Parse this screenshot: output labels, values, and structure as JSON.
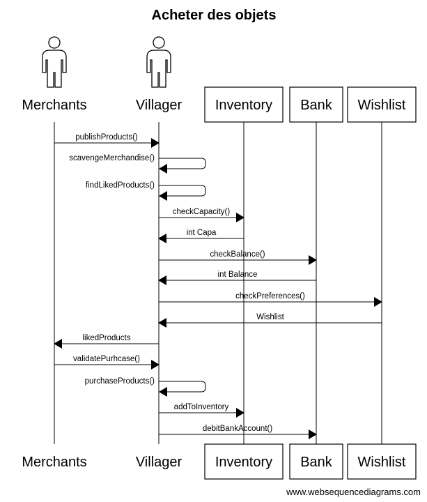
{
  "title": "Acheter des objets",
  "participants": [
    {
      "name": "Merchants",
      "kind": "actor"
    },
    {
      "name": "Villager",
      "kind": "actor"
    },
    {
      "name": "Inventory",
      "kind": "box"
    },
    {
      "name": "Bank",
      "kind": "box"
    },
    {
      "name": "Wishlist",
      "kind": "box"
    }
  ],
  "messages": [
    {
      "from": 0,
      "to": 1,
      "label": "publishProducts()",
      "style": "solid"
    },
    {
      "from": 1,
      "to": 1,
      "label": "scavengeMerchandise()",
      "style": "self"
    },
    {
      "from": 1,
      "to": 1,
      "label": "findLikedProducts()",
      "style": "self"
    },
    {
      "from": 1,
      "to": 2,
      "label": "checkCapacity()",
      "style": "solid"
    },
    {
      "from": 2,
      "to": 1,
      "label": "int Capa",
      "style": "solid"
    },
    {
      "from": 1,
      "to": 3,
      "label": "checkBalance()",
      "style": "solid"
    },
    {
      "from": 3,
      "to": 1,
      "label": "int Balance",
      "style": "solid"
    },
    {
      "from": 1,
      "to": 4,
      "label": "checkPreferences()",
      "style": "solid"
    },
    {
      "from": 4,
      "to": 1,
      "label": "Wishlist",
      "style": "solid"
    },
    {
      "from": 1,
      "to": 0,
      "label": "likedProducts",
      "style": "solid"
    },
    {
      "from": 0,
      "to": 1,
      "label": "validatePurhcase()",
      "style": "solid"
    },
    {
      "from": 1,
      "to": 1,
      "label": "purchaseProducts()",
      "style": "self"
    },
    {
      "from": 1,
      "to": 2,
      "label": "addToInventory",
      "style": "solid"
    },
    {
      "from": 1,
      "to": 3,
      "label": "debitBankAccount()",
      "style": "solid"
    }
  ],
  "footer": "www.websequencediagrams.com",
  "colors": {
    "line": "#000000",
    "background": "#ffffff"
  }
}
